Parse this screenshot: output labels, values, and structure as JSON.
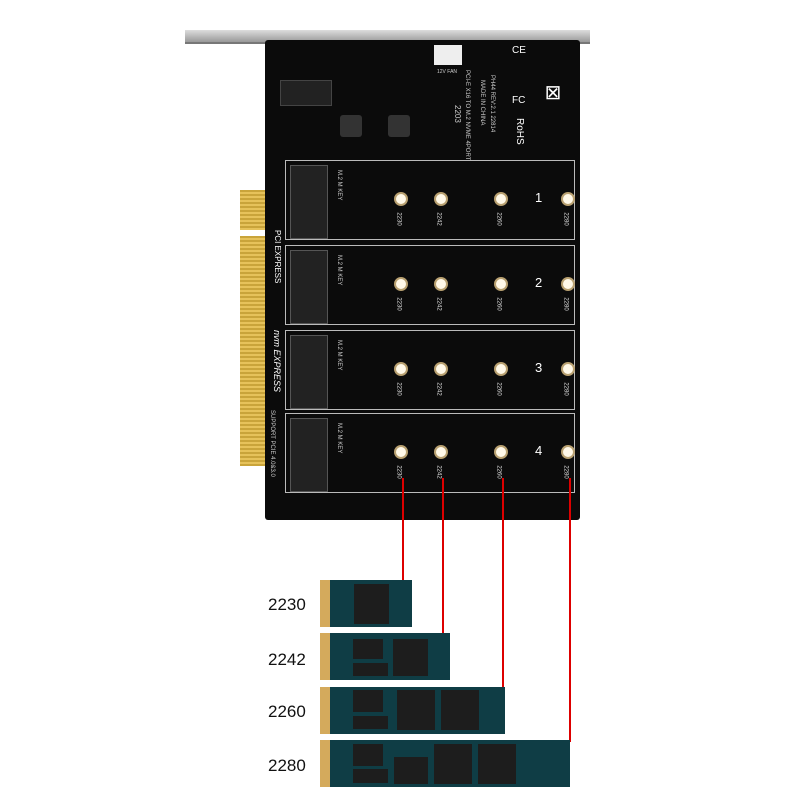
{
  "board": {
    "fan_label": "12V FAN",
    "model_text": "PCI-E X16 TO M.2 NVME 4PORT",
    "rev_text": "PH44 REV:2.1 22814",
    "made_in": "MADE IN CHINA",
    "date_code": "2203",
    "ce": "CE",
    "fc": "FC",
    "rohs": "RoHS",
    "support_text": "SUPPORT PCIE 4.0&3.0",
    "pci_logo": "PCI EXPRESS",
    "nvme_logo": "nvm EXPRESS",
    "slot_key": "M.2 M KEY"
  },
  "slots": [
    {
      "number": "1"
    },
    {
      "number": "2"
    },
    {
      "number": "3"
    },
    {
      "number": "4"
    }
  ],
  "sizes": [
    "2230",
    "2242",
    "2260",
    "2280"
  ],
  "ssds": [
    {
      "label": "2230"
    },
    {
      "label": "2242"
    },
    {
      "label": "2260"
    },
    {
      "label": "2280"
    }
  ],
  "colors": {
    "line": "#dd0000",
    "ssd": "#0f3d45",
    "board": "#0b0b0b"
  }
}
